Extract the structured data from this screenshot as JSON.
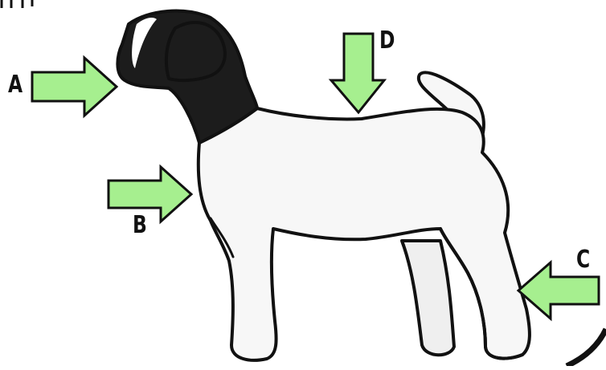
{
  "diagram": {
    "subject": "goat",
    "labels": {
      "a": "A",
      "b": "B",
      "c": "C",
      "d": "D"
    },
    "colors": {
      "arrow_fill": "#a6ef8f",
      "outline": "#111111",
      "body": "#f7f7f7",
      "head": "#1c1c1c"
    }
  }
}
